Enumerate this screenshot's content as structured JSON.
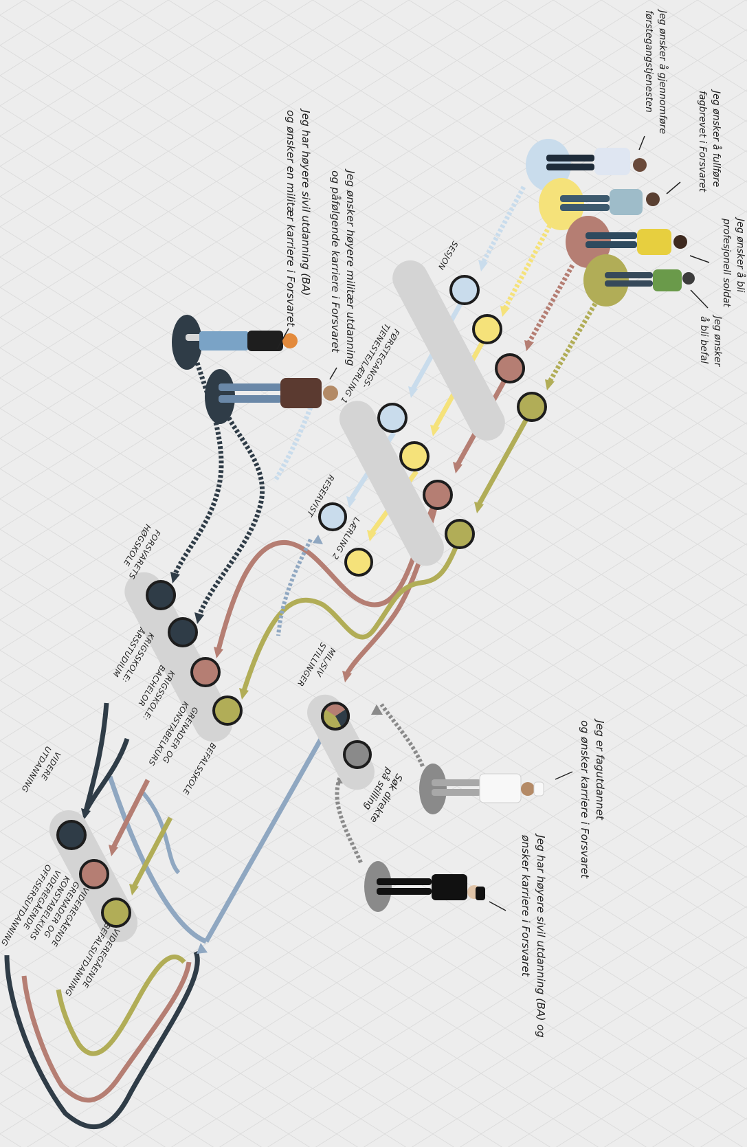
{
  "colors": {
    "background": "#ededed",
    "light_blue": "#c9dcec",
    "yellow": "#f5e27a",
    "rose": "#b57e73",
    "olive": "#b1ad57",
    "navy": "#2f3c47",
    "steel_blue": "#8fa7c1",
    "gray": "#8a8a8a",
    "capsule": "#d4d4d4"
  },
  "stations": {
    "sesjon": "SESJON",
    "forstegangstjeneste": [
      "FØRSTEGANGS-",
      "TJENESTE/LÆRLING 1"
    ],
    "reservist": "RESERVIST",
    "laerling2": "LÆRLING 2",
    "mil_siv_stillinger": [
      "MIL/SIV",
      "STILLINGER"
    ],
    "forsvarets_hoyskole": [
      "FORSVARETS",
      "HØGSKOLE"
    ],
    "krigsskole_arsstudium": [
      "KRIGSSKOLE:",
      "ÅRSSTUDIUM"
    ],
    "krigsskole_bachelor": [
      "KRIGSSKOLE:",
      "BACHELOR"
    ],
    "grenader_konstabelkurs": [
      "GRENADER OG",
      "KONSTABELKURS"
    ],
    "befalsskole": "BEFALSSKOLE",
    "videre_utdanning": [
      "VIDERE",
      "UTDANNING"
    ],
    "offisersutdanning": [
      "VIDEREGÅENDE",
      "OFFISERSUTDANNING"
    ],
    "videregaende_grenader": [
      "VIDEREGÅENDE",
      "GRENADER OG",
      "KONSTABELKURS"
    ],
    "videregaende_befal": [
      "VIDEREGÅENDE",
      "BEFALSUTDANNING"
    ],
    "sok_direkte": [
      "Søk direkte",
      "på stilling"
    ]
  },
  "personas": {
    "forstegang": [
      "Jeg ønsker å gjennomføre",
      "førstegangstjenesten"
    ],
    "fagbrev": [
      "Jeg ønsker å fullføre",
      "fagbrevet i Forsvaret"
    ],
    "soldat": [
      "Jeg ønsker å bli",
      "profesjonell soldat"
    ],
    "befal": [
      "Jeg ønsker",
      "å bli befal"
    ],
    "hoyere_militaer": [
      "Jeg ønsker høyere militær utdanning",
      "og påfølgende karriere i Forsvaret"
    ],
    "sivil_ba_militaer": [
      "Jeg har høyere sivil utdanning (BA)",
      "og ønsker en militær karriere i Forsvaret"
    ],
    "fagutdannet": [
      "Jeg er fagutdannet",
      "og ønsker karriere i Forsvaret"
    ],
    "sivil_ba_karriere": [
      "Jeg har høyere sivil utdanning (BA) og",
      "ønsker karriere i Forsvaret"
    ]
  },
  "icons": [
    "person-figure-icon",
    "arrow-head-icon",
    "station-dot-icon"
  ]
}
